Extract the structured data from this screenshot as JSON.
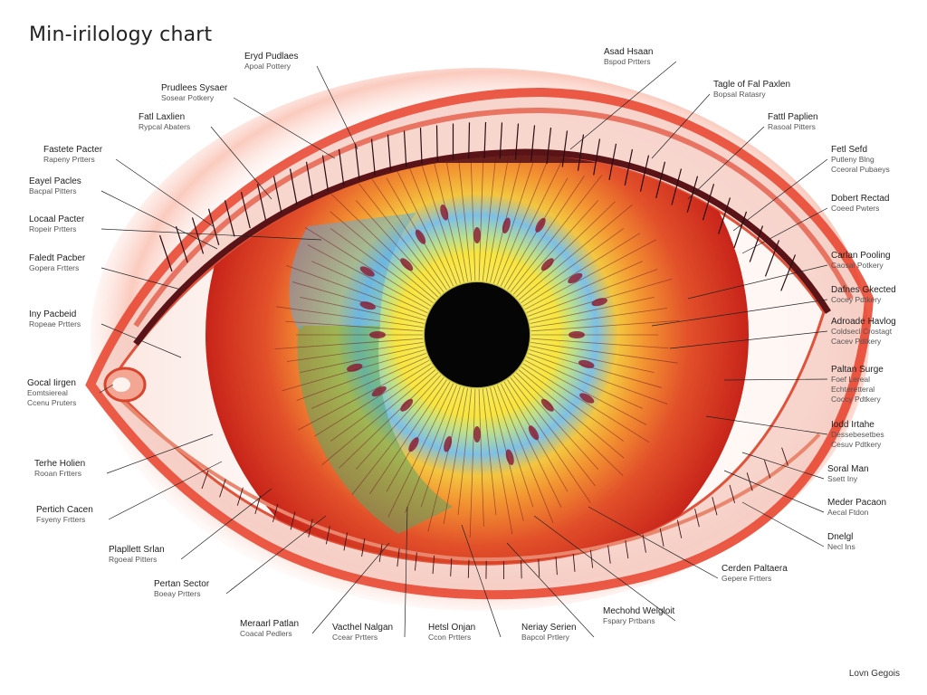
{
  "title": "Min-irilology chart",
  "footer": "Lovn Gegois",
  "labels": [
    {
      "name": "Eryd Pudlaes",
      "sub": "Apoal Pottery"
    },
    {
      "name": "Asad Hsaan",
      "sub": "Bspod Prtters"
    },
    {
      "name": "Prudlees Sysaer",
      "sub": "Sosear Potkery"
    },
    {
      "name": "Tagle of Fal Paxlen",
      "sub": "Bopsal Ratasry"
    },
    {
      "name": "Fatl Laxlien",
      "sub": "Rypcal Abaters"
    },
    {
      "name": "Fattl Paplien",
      "sub": "Rasoal Pitters"
    },
    {
      "name": "Fastete Pacter",
      "sub": "Rapeny Prtters"
    },
    {
      "name": "Fetl Sefd",
      "sub": "Putleny Blng",
      "sub2": "Cceoral Pubaeys"
    },
    {
      "name": "Eayel Pacles",
      "sub": "Bacpal Pitters"
    },
    {
      "name": "Dobert Rectad",
      "sub": "Coeed Pwters"
    },
    {
      "name": "Locaal Pacter",
      "sub": "Ropeir Prtters"
    },
    {
      "name": "Carlan Pooling",
      "sub": "Caosal Potkery"
    },
    {
      "name": "Faledt Pacber",
      "sub": "Gopera Frtters"
    },
    {
      "name": "Dafnes Gkected",
      "sub": "Cocey Pdtkery"
    },
    {
      "name": "Iny Pacbeid",
      "sub": "Ropeae Prtters"
    },
    {
      "name": "Adroade Havlog",
      "sub": "Coldsecl Crostagt",
      "sub2": "Cacev Pdtkery"
    },
    {
      "name": "Gocal Iirgen",
      "sub": "Eomtsiereal",
      "sub2": "Ccenu Pruters"
    },
    {
      "name": "Paltan Surge",
      "sub": "Foef Lereal",
      "sub2": "Echteretteral",
      "sub3": "Coccy Pdtkery"
    },
    {
      "name": "Iodd Irtahe",
      "sub": "Dessebesetbes",
      "sub2": "Cesuv Pdtkery"
    },
    {
      "name": "Terhe Holien",
      "sub": "Rooan Frtters"
    },
    {
      "name": "Soral Man",
      "sub": "Ssett Iny"
    },
    {
      "name": "Pertich Cacen",
      "sub": "Fsyeny Frtters"
    },
    {
      "name": "Meder Pacaon",
      "sub": "Aecal Ftdon"
    },
    {
      "name": "Plapllett Srlan",
      "sub": "Rgoeal Pitters"
    },
    {
      "name": "Dnelgl",
      "sub": "Necl Ins"
    },
    {
      "name": "Pertan Sector",
      "sub": "Boeay Prtters"
    },
    {
      "name": "Cerden Paltaera",
      "sub": "Gepere Frtters"
    },
    {
      "name": "Mechohd Welgloit",
      "sub": "Fspary Prtbans"
    },
    {
      "name": "Meraarl Patlan",
      "sub": "Coacal Pedlers"
    },
    {
      "name": "Vacthel Nalgan",
      "sub": "Ccear Prtters"
    },
    {
      "name": "Hetsl Onjan",
      "sub": "Ccon Prtters"
    },
    {
      "name": "Neriay Serien",
      "sub": "Bapcol Prtlery"
    }
  ],
  "colors": {
    "sclera_edge": "#e8402a",
    "lid": "#7a1f26",
    "iris_inner": "#f2e84a",
    "iris_blue": "#6ab4e6",
    "iris_green": "#58a866",
    "iris_orange": "#f07a2a",
    "iris_red": "#d8301e",
    "pupil": "#050505"
  }
}
